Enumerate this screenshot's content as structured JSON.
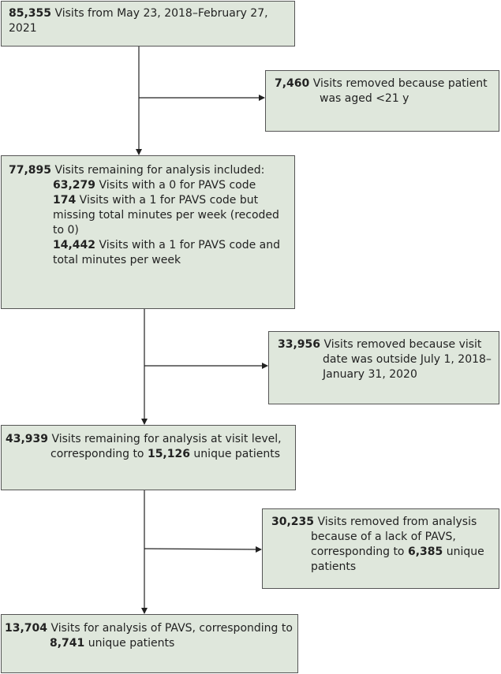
{
  "boxes": {
    "start": {
      "n": "85,355",
      "text": " Visits from May 23, 2018–February 27, 2021"
    },
    "excl1": {
      "n": "7,460",
      "text": " Visits removed because patient was aged <21 y"
    },
    "included": {
      "n": "77,895",
      "text": " Visits remaining for analysis included:",
      "items": [
        {
          "n": "63,279",
          "text": " Visits with a 0 for PAVS code"
        },
        {
          "n": "174",
          "text": " Visits with a 1 for PAVS code but missing total minutes per week (recoded to 0)"
        },
        {
          "n": "14,442",
          "text": " Visits with a 1 for PAVS code and total minutes per week"
        }
      ]
    },
    "excl2": {
      "n": "33,956",
      "text": " Visits removed because visit date was outside July 1, 2018–January 31, 2020"
    },
    "visit_level": {
      "n": "43,939",
      "text": " Visits remaining for analysis at visit level, corresponding to ",
      "n2": "15,126",
      "text2": " unique patients"
    },
    "excl3": {
      "n": "30,235",
      "text": " Visits removed from analysis because of a lack of PAVS, corresponding to ",
      "n2": "6,385",
      "text2": " unique patients"
    },
    "final": {
      "n": "13,704",
      "text": " Visits for analysis of PAVS, corresponding to ",
      "n2": "8,741",
      "text2": " unique patients"
    }
  }
}
